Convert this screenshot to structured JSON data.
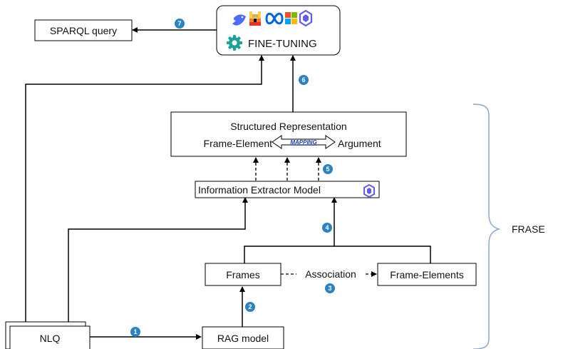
{
  "nodes": {
    "sparql_query": "SPARQL query",
    "fine_tuning": "FINE-TUNING",
    "structured_representation_title": "Structured Representation",
    "frame_element": "Frame-Element",
    "mapping": "MAPPING",
    "argument": "Argument",
    "info_extractor": "Information Extractor Model",
    "frames": "Frames",
    "association": "Association",
    "frame_elements": "Frame-Elements",
    "nlq": "NLQ",
    "rag_model": "RAG model"
  },
  "group_label": "FRASE",
  "steps": [
    "1",
    "2",
    "3",
    "4",
    "5",
    "6",
    "7"
  ],
  "colors": {
    "step_badge": "#2b83c6",
    "gear_icon": "#1aa39a",
    "mapping_text": "#1f3fb4",
    "bracket": "#8aa9d0"
  },
  "model_icons": [
    "deepseek-whale-icon",
    "mistral-m-icon",
    "meta-infinity-icon",
    "microsoft-squares-icon",
    "qwen-star-icon"
  ]
}
